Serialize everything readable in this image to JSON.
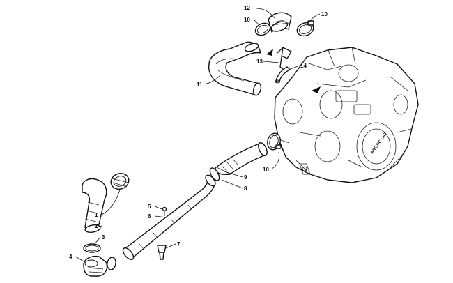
{
  "callouts": [
    "1",
    "2",
    "3",
    "4",
    "5",
    "6",
    "7",
    "8",
    "9",
    "10",
    "10",
    "10",
    "11",
    "12",
    "13",
    "14"
  ],
  "engine": {
    "badge_text": "ARCTIC CAT"
  }
}
